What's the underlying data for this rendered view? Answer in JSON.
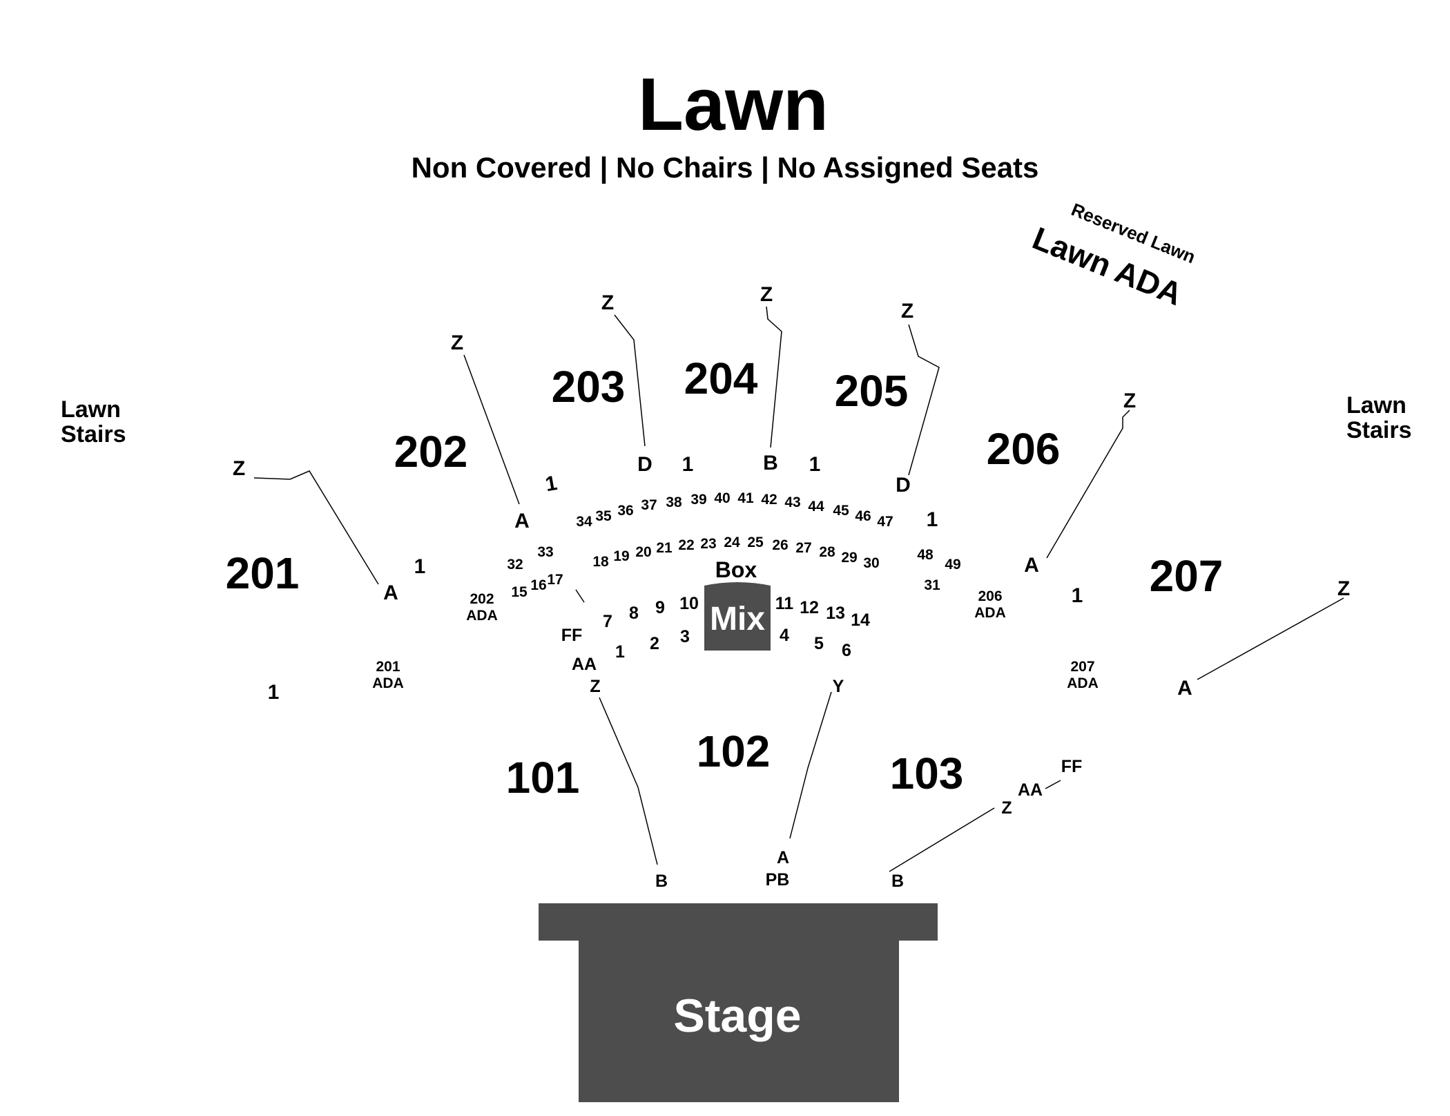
{
  "lawn": {
    "title": "Lawn",
    "subtitle": "Non Covered | No Chairs | No Assigned Seats",
    "reserved": "Reserved Lawn",
    "ada": "Lawn ADA"
  },
  "lawn_stairs": {
    "left": [
      "Lawn",
      "Stairs"
    ],
    "right": [
      "Lawn",
      "Stairs"
    ]
  },
  "sections": {
    "s201": "201",
    "s202": "202",
    "s203": "203",
    "s204": "204",
    "s205": "205",
    "s206": "206",
    "s207": "207",
    "s101": "101",
    "s102": "102",
    "s103": "103"
  },
  "ada": {
    "a201": [
      "201",
      "ADA"
    ],
    "a202": [
      "202",
      "ADA"
    ],
    "a206": [
      "206",
      "ADA"
    ],
    "a207": [
      "207",
      "ADA"
    ]
  },
  "rows": {
    "r201_z": "Z",
    "r201_a": "A",
    "r201_1a": "1",
    "r201_1b": "1",
    "r202_z": "Z",
    "r202_a": "A",
    "r202_1": "1",
    "r203_z": "Z",
    "r203_d": "D",
    "r203_1": "1",
    "r204_z": "Z",
    "r204_b": "B",
    "r204_1": "1",
    "r205_z": "Z",
    "r205_d": "D",
    "r205_1": "1",
    "r206_z": "Z",
    "r206_a": "A",
    "r206_1": "1",
    "r207_z": "Z",
    "r207_a": "A",
    "r101_ff": "FF",
    "r101_aa": "AA",
    "r101_z": "Z",
    "r101_b": "B",
    "r102_y": "Y",
    "r102_a": "A",
    "r102_pb": "PB",
    "r103_b": "B",
    "r103_z": "Z",
    "r103_aa": "AA",
    "r103_ff": "FF"
  },
  "boxes": {
    "arc_top": [
      "34",
      "35",
      "36",
      "37",
      "38",
      "39",
      "40",
      "41",
      "42",
      "43",
      "44",
      "45",
      "46",
      "47"
    ],
    "arc_mid": [
      "18",
      "19",
      "20",
      "21",
      "22",
      "23",
      "24",
      "25",
      "26",
      "27",
      "28",
      "29",
      "30"
    ],
    "left_group": [
      "33",
      "32",
      "17",
      "16",
      "15"
    ],
    "right_group": [
      "48",
      "49",
      "31"
    ],
    "inner_left": [
      "7",
      "8",
      "9",
      "10"
    ],
    "inner_right": [
      "11",
      "12",
      "13",
      "14"
    ],
    "front_left": [
      "1",
      "2",
      "3"
    ],
    "front_right": [
      "4",
      "5",
      "6"
    ]
  },
  "mix": {
    "box_label": "Box",
    "mix_label": "Mix"
  },
  "stage": {
    "label": "Stage"
  },
  "colors": {
    "stage": "#4d4d4d",
    "mix": "#4d4d4d",
    "text": "#000000",
    "background": "#ffffff"
  }
}
